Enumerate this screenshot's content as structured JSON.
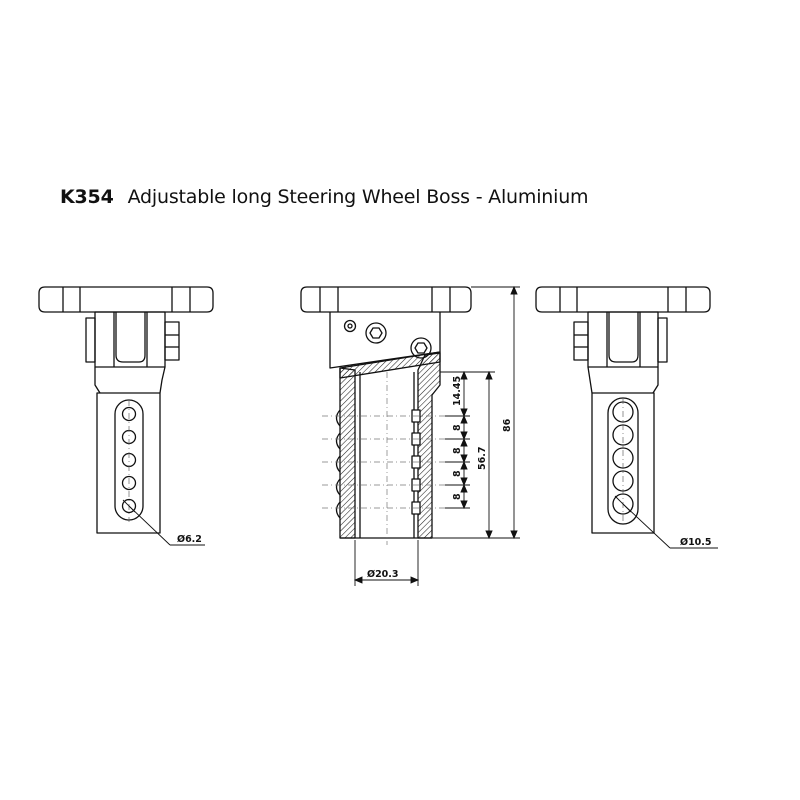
{
  "title": {
    "code": "K354",
    "name": "Adjustable long Steering Wheel Boss - Aluminium"
  },
  "dimensions": {
    "left_hole_dia": "Ø6.2",
    "bore_dia": "Ø20.3",
    "right_hole_dia": "Ø10.5",
    "top_offset": "14.45",
    "pitch_1": "8",
    "pitch_2": "8",
    "pitch_3": "8",
    "pitch_4": "8",
    "adjust_length": "56.7",
    "total_height": "86"
  }
}
